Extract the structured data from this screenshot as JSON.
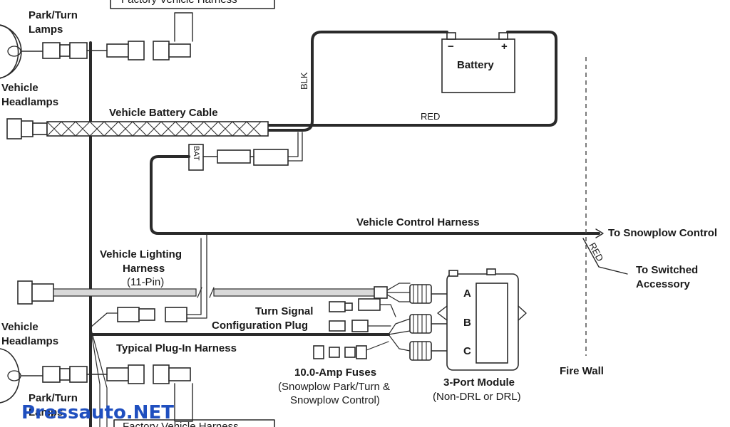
{
  "labels": {
    "factory_harness_top": "Factory Vehicle Harness",
    "park_turn_top_1": "Park/Turn",
    "park_turn_top_2": "Lamps",
    "vehicle_headlamps_top_1": "Vehicle",
    "vehicle_headlamps_top_2": "Headlamps",
    "battery": "Battery",
    "battery_minus": "−",
    "battery_plus": "+",
    "blk": "BLK",
    "red_top": "RED",
    "vehicle_battery_cable": "Vehicle Battery Cable",
    "bat": "BAT",
    "vehicle_control_harness": "Vehicle Control Harness",
    "to_snowplow_control": "To Snowplow Control",
    "red_side": "RED",
    "to_switched_1": "To Switched",
    "to_switched_2": "Accessory",
    "vehicle_lighting_1": "Vehicle Lighting",
    "vehicle_lighting_2": "Harness",
    "vehicle_lighting_3": "(11-Pin)",
    "turn_signal_1": "Turn Signal",
    "turn_signal_2": "Configuration Plug",
    "vehicle_headlamps_bot_1": "Vehicle",
    "vehicle_headlamps_bot_2": "Headlamps",
    "typical_plugin": "Typical Plug-In Harness",
    "fuses_1": "10.0-Amp Fuses",
    "fuses_2": "(Snowplow Park/Turn &",
    "fuses_3": "Snowplow Control)",
    "module_1": "3-Port Module",
    "module_2": "(Non-DRL or DRL)",
    "port_a": "A",
    "port_b": "B",
    "port_c": "C",
    "fire_wall": "Fire Wall",
    "park_turn_bot_1": "Park/Turn",
    "park_turn_bot_2": "Lamps",
    "factory_harness_bot": "Factory Vehicle Harness",
    "watermark": "Pressauto.NET"
  },
  "icons": [
    "headlamp-icon",
    "battery-icon",
    "connector-icon",
    "fuse-icon",
    "module-icon"
  ]
}
